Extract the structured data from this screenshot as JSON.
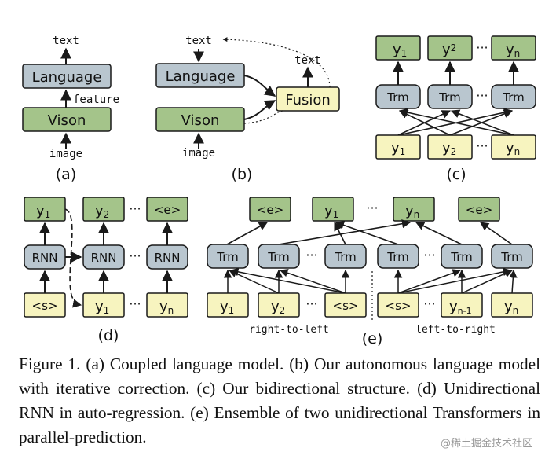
{
  "panels": {
    "a": {
      "label": "(a)",
      "text": "text",
      "language": "Language",
      "feature": "feature",
      "vision": "Vison",
      "image": "image"
    },
    "b": {
      "label": "(b)",
      "text_top": "text",
      "language": "Language",
      "vision": "Vison",
      "image": "image",
      "fusion": "Fusion",
      "text_fusion": "text"
    },
    "c": {
      "label": "(c)",
      "outputs": [
        "y",
        "y",
        "y"
      ],
      "output_subs": [
        "1",
        "2",
        "n"
      ],
      "ellipsis": "···",
      "trm": "Trm",
      "inputs": [
        "y",
        "y",
        "y"
      ],
      "input_subs": [
        "1",
        "2",
        "n"
      ]
    },
    "d": {
      "label": "(d)",
      "outputs": [
        "y",
        "y",
        "<e>"
      ],
      "output_subs": [
        "1",
        "2",
        ""
      ],
      "rnn": "RNN",
      "inputs": [
        "<s>",
        "y",
        "y"
      ],
      "input_subs": [
        "",
        "1",
        "n"
      ],
      "ellipsis": "···"
    },
    "e": {
      "label": "(e)",
      "outputs": [
        "<e>",
        "y",
        "y",
        "<e>"
      ],
      "output_subs": [
        "",
        "1",
        "n",
        ""
      ],
      "trm": "Trm",
      "inputs_left": [
        "y",
        "y",
        "<s>"
      ],
      "inputs_left_subs": [
        "1",
        "2",
        ""
      ],
      "inputs_right": [
        "<s>",
        "y",
        "y"
      ],
      "inputs_right_subs": [
        "",
        "n-1",
        "n"
      ],
      "ellipsis": "···",
      "right_to_left": "right-to-left",
      "left_to_right": "left-to-right"
    }
  },
  "caption": "Figure 1. (a) Coupled language model. (b) Our autonomous language model with iterative correction. (c) Our bidirectional structure. (d) Unidirectional RNN in auto-regression. (e) Ensemble of two unidirectional Transformers in parallel-prediction.",
  "watermark": "@稀土掘金技术社区",
  "colors": {
    "green": "#a4c48a",
    "blue_gray": "#b9c6cf",
    "yellow": "#f7f4bf",
    "stroke": "#1a1a1a"
  }
}
